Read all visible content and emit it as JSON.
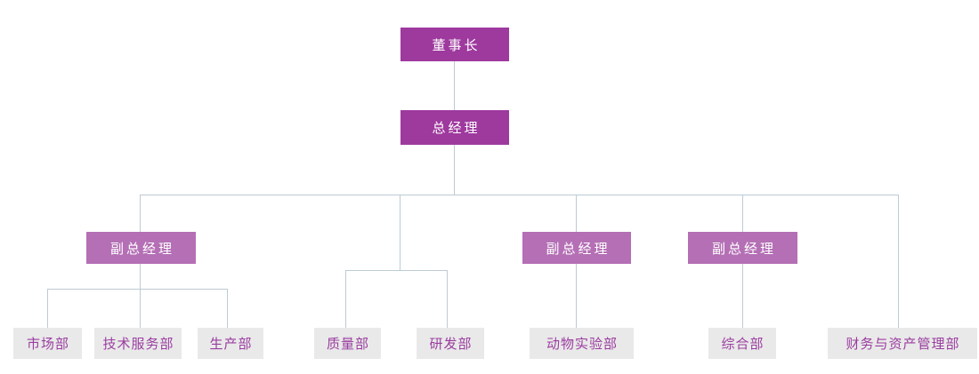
{
  "org_chart": {
    "type": "org-chart",
    "nodes": [
      {
        "id": "chairman",
        "label": "董事长",
        "level": "executive",
        "parent": null
      },
      {
        "id": "general-manager",
        "label": "总经理",
        "level": "executive",
        "parent": "chairman"
      },
      {
        "id": "deputy-gm-1",
        "label": "副总经理",
        "level": "deputy",
        "parent": "general-manager"
      },
      {
        "id": "deputy-gm-2",
        "label": "副总经理",
        "level": "deputy",
        "parent": "general-manager"
      },
      {
        "id": "deputy-gm-3",
        "label": "副总经理",
        "level": "deputy",
        "parent": "general-manager"
      },
      {
        "id": "marketing-dept",
        "label": "市场部",
        "level": "department",
        "parent": "deputy-gm-1"
      },
      {
        "id": "tech-service-dept",
        "label": "技术服务部",
        "level": "department",
        "parent": "deputy-gm-1"
      },
      {
        "id": "production-dept",
        "label": "生产部",
        "level": "department",
        "parent": "deputy-gm-1"
      },
      {
        "id": "quality-dept",
        "label": "质量部",
        "level": "department",
        "parent": "general-manager"
      },
      {
        "id": "rd-dept",
        "label": "研发部",
        "level": "department",
        "parent": "general-manager"
      },
      {
        "id": "animal-lab-dept",
        "label": "动物实验部",
        "level": "department",
        "parent": "deputy-gm-2"
      },
      {
        "id": "general-affairs-dept",
        "label": "综合部",
        "level": "department",
        "parent": "deputy-gm-3"
      },
      {
        "id": "finance-asset-dept",
        "label": "财务与资产管理部",
        "level": "department",
        "parent": "general-manager"
      }
    ],
    "colors": {
      "executive_bg": "#9e399e",
      "executive_text": "#ffffff",
      "deputy_bg": "#b46fb5",
      "deputy_text": "#ffffff",
      "department_bg": "#e9e9e9",
      "department_text": "#9a3da0",
      "connector": "#bccbd5"
    }
  }
}
